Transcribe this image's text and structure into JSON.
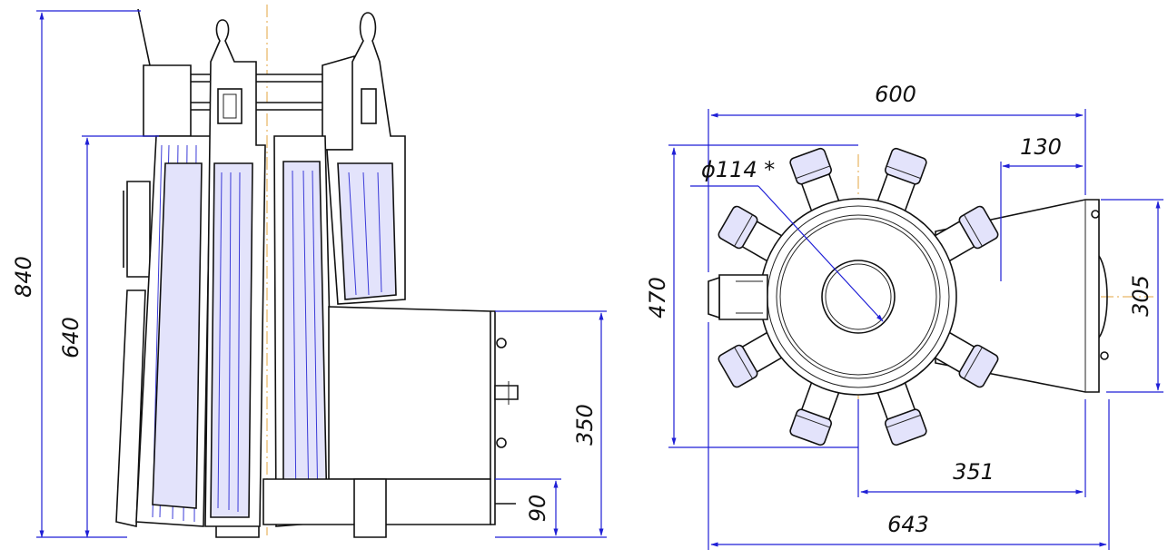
{
  "colors": {
    "outline": "#111111",
    "dimension_line": "#1f1fd6",
    "center_line": "#e3a640",
    "shading": "#e3e3fb"
  },
  "side_view": {
    "dim_total_height": "840",
    "dim_body_height": "640",
    "dim_firebox_height": "350",
    "dim_leg_height": "90"
  },
  "top_view": {
    "dim_width": "600",
    "dim_depth": "470",
    "dim_pipe": "ϕ114 *",
    "dim_firebox_length": "130",
    "dim_firebox_width": "305",
    "dim_center_to_door": "351",
    "dim_total_length": "643"
  }
}
